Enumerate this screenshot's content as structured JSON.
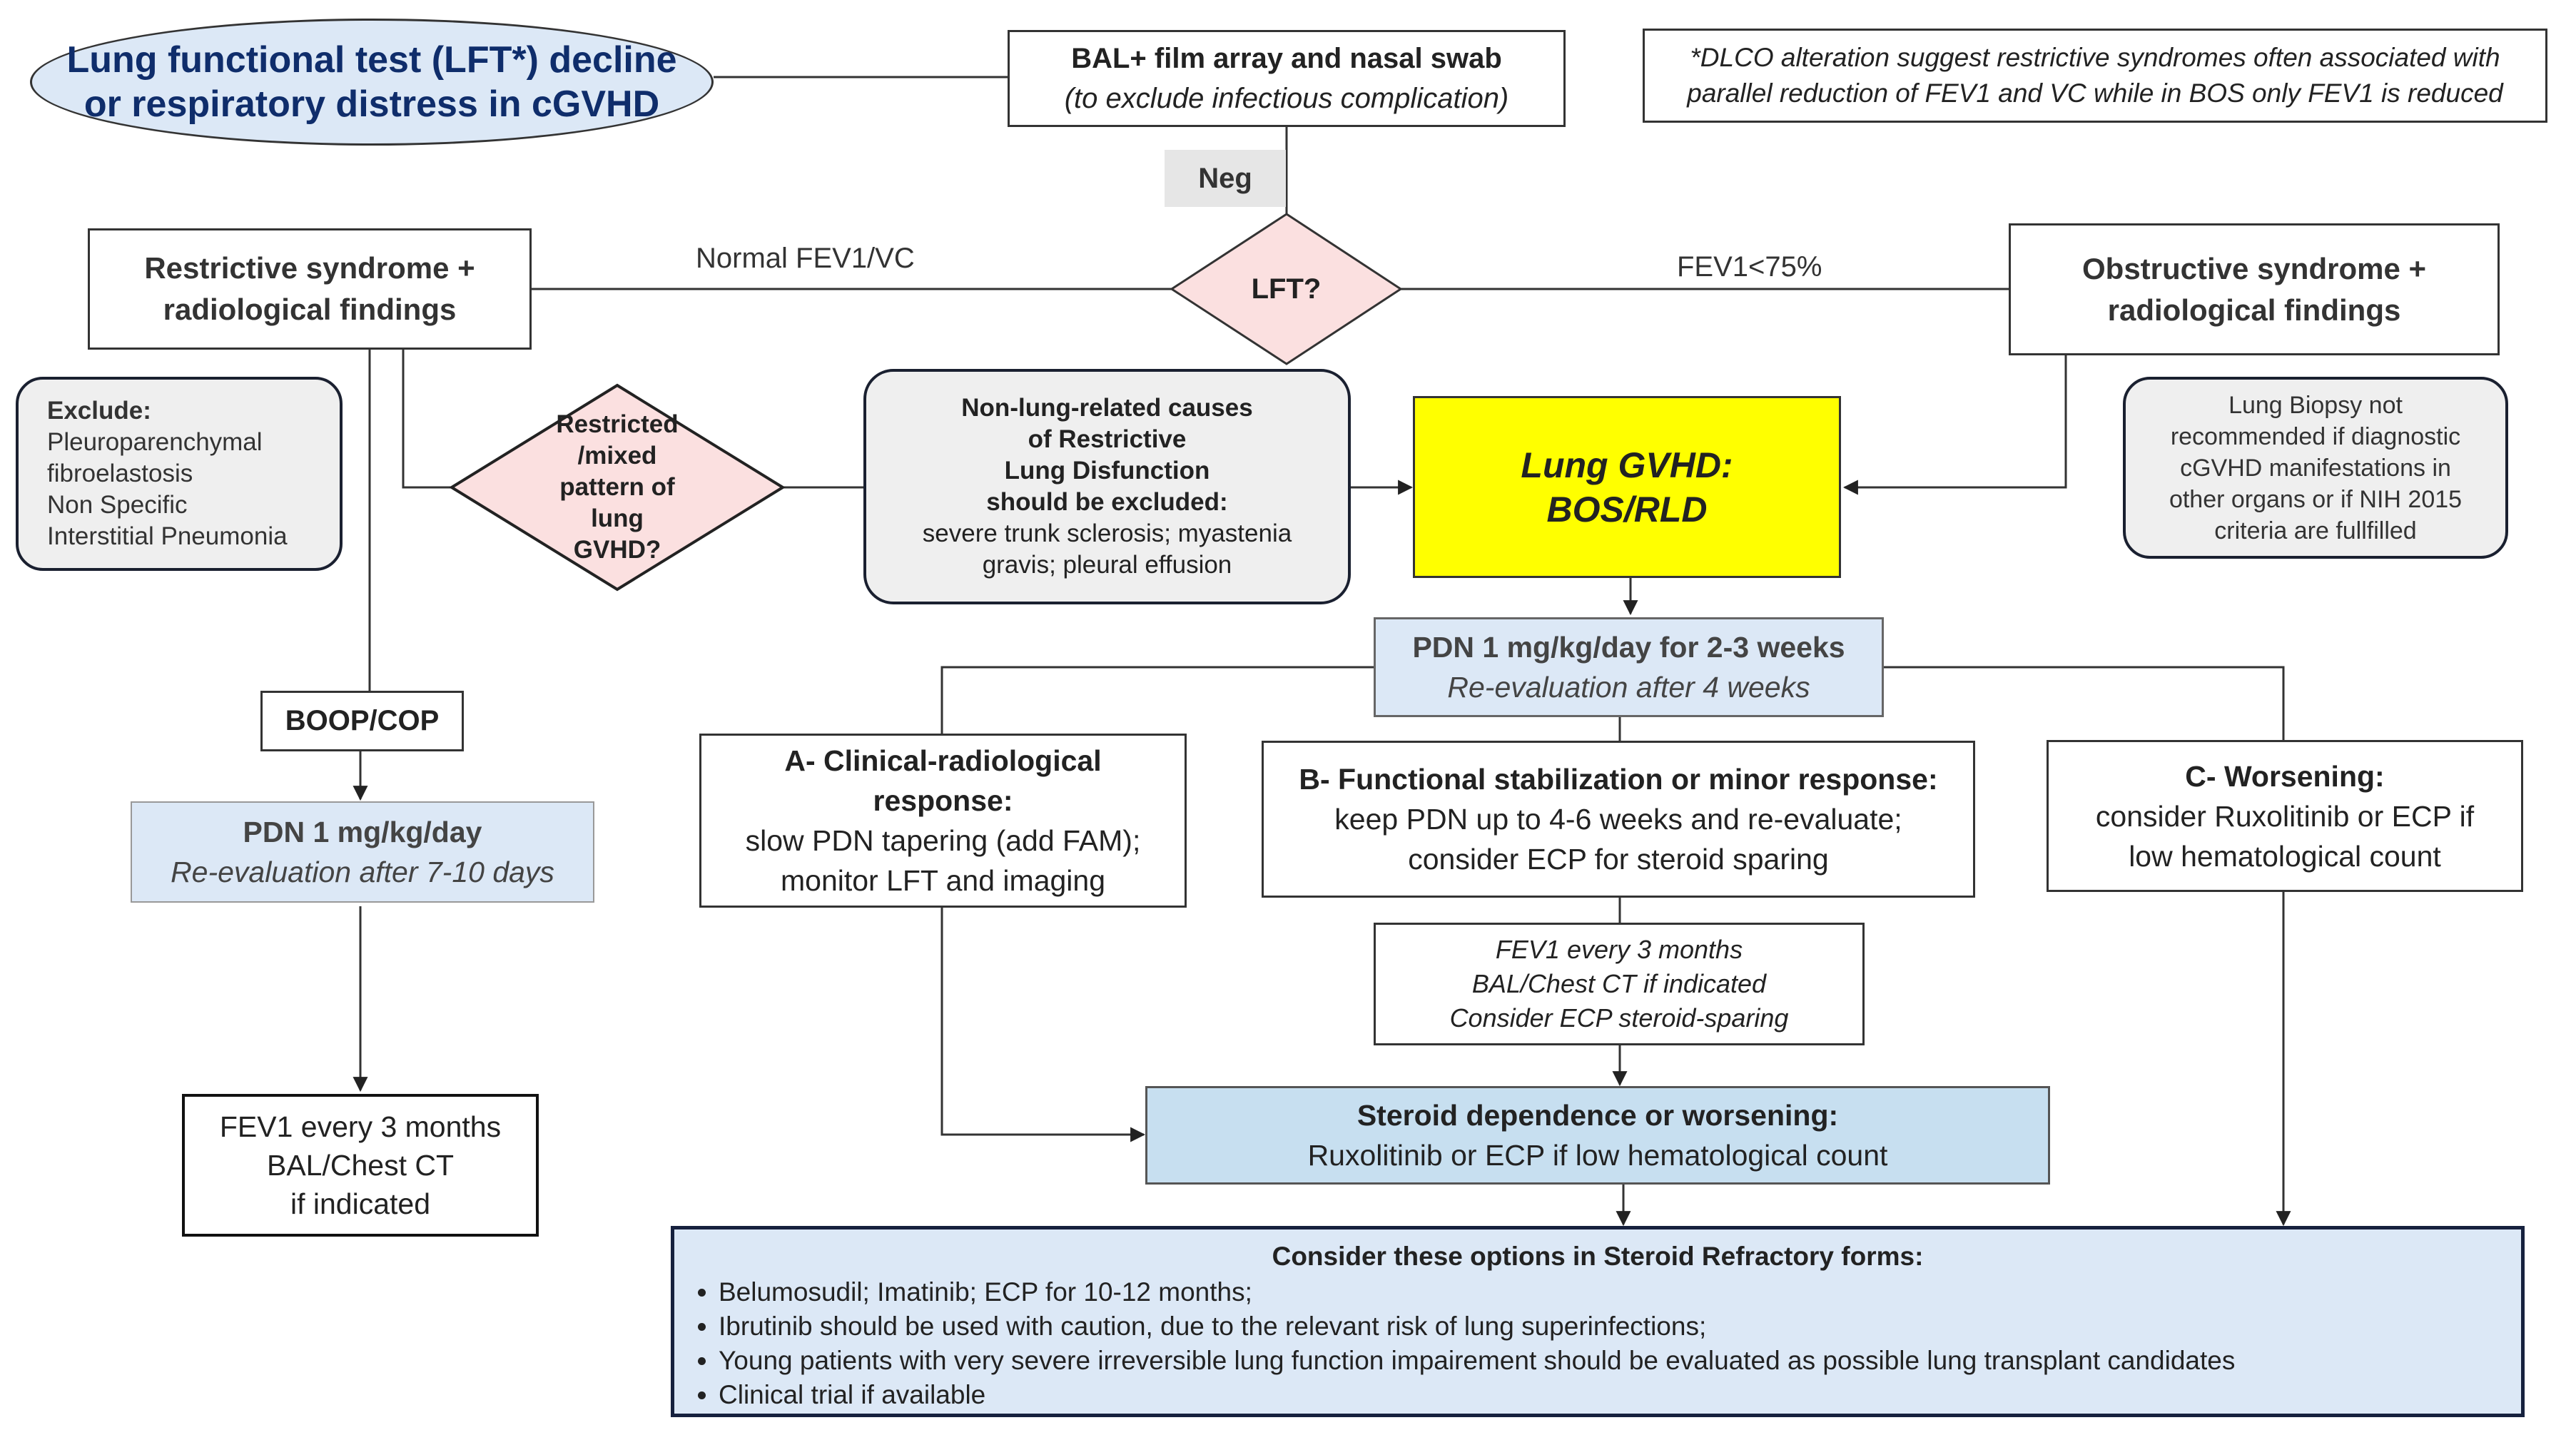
{
  "top": {
    "title_lines": [
      "Lung functional test (LFT*) decline",
      "or respiratory distress in cGVHD"
    ],
    "bal_title": "BAL+ film array and nasal swab",
    "bal_sub": "(to exclude infectious  complication)",
    "footnote_lines": [
      "*DLCO alteration suggest restrictive syndromes often associated with",
      "parallel reduction of FEV1 and VC while in BOS only FEV1 is reduced"
    ],
    "neg": "Neg"
  },
  "lft": {
    "question": "LFT?",
    "left_label": "Normal FEV1/VC",
    "right_label": "FEV1<75%"
  },
  "restrictive": {
    "title_lines": [
      "Restrictive syndrome +",
      "radiological findings"
    ],
    "exclude_title": "Exclude:",
    "exclude_lines": [
      "Pleuroparenchymal",
      "fibroelastosis",
      "Non Specific",
      "Interstitial Pneumonia"
    ],
    "diamond_lines": [
      "Restricted",
      "/mixed",
      "pattern of",
      "lung",
      "GVHD?"
    ],
    "boop": "BOOP/COP",
    "pdn_title": "PDN 1 mg/kg/day",
    "pdn_sub": "Re-evaluation after 7-10 days",
    "followup_lines": [
      "FEV1 every 3 months",
      "BAL/Chest CT",
      "if indicated"
    ]
  },
  "nonlung": {
    "title_lines": [
      "Non-lung-related causes",
      "of Restrictive",
      "Lung Disfunction",
      "should be excluded:"
    ],
    "body_lines": [
      "severe trunk sclerosis; myastenia",
      "gravis; pleural effusion"
    ]
  },
  "obstructive": {
    "title_lines": [
      "Obstructive syndrome +",
      "radiological findings"
    ],
    "biopsy_lines": [
      "Lung Biopsy not",
      "recommended if diagnostic",
      "cGVHD manifestations in",
      "other organs  or  if NIH 2015",
      "criteria are fullfilled"
    ]
  },
  "gvhd": {
    "lines": [
      "Lung GVHD:",
      "BOS/RLD"
    ]
  },
  "pdn_main": {
    "title": "PDN 1 mg/kg/day for 2-3 weeks",
    "sub": "Re-evaluation after 4 weeks"
  },
  "branch_a": {
    "title_lines": [
      "A- Clinical-radiological",
      "response:"
    ],
    "body_lines": [
      "slow PDN tapering (add FAM);",
      "monitor LFT and imaging"
    ]
  },
  "branch_b": {
    "title": "B- Functional stabilization or minor response:",
    "body_lines": [
      "keep PDN up to 4-6 weeks  and re-evaluate;",
      "consider ECP for steroid sparing"
    ],
    "followup_lines": [
      "FEV1 every 3 months",
      "BAL/Chest CT if indicated",
      "Consider ECP steroid-sparing"
    ]
  },
  "branch_c": {
    "title": "C- Worsening:",
    "body_lines": [
      "consider Ruxolitinib or ECP if",
      "low hematological count"
    ]
  },
  "steroid_dep": {
    "title": "Steroid dependence or worsening:",
    "body": "Ruxolitinib or ECP if low hematological count"
  },
  "refractory": {
    "title": "Consider these options in Steroid Refractory  forms:",
    "bullets": [
      "Belumosudil; Imatinib; ECP for 10-12 months;",
      "Ibrutinib should be used with caution, due to the  relevant risk of lung superinfections;",
      "Young patients with very severe irreversible lung function impairement should be evaluated as possible lung transplant candidates",
      "Clinical trial if available"
    ]
  },
  "colors": {
    "title_fill": "#dce8f6",
    "title_text": "#0f2d6b",
    "blue_fill": "#dce8f6",
    "blue_dark_fill": "#c7dff0",
    "diamond_fill": "#fbe0e0",
    "grey_fill": "#efefef",
    "neg_fill": "#e6e6e6",
    "gvhd_fill": "#ffff00",
    "border": "#222222",
    "dark_border": "#16213e"
  }
}
